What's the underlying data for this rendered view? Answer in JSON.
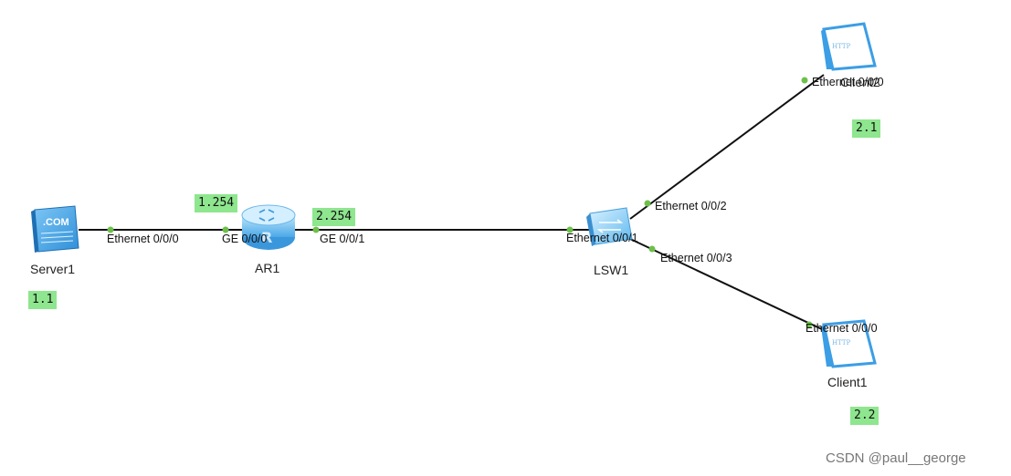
{
  "devices": {
    "server1": {
      "name": "Server1",
      "icon": "server-icon",
      "screen_text": ".COM"
    },
    "ar1": {
      "name": "AR1",
      "icon": "router-icon"
    },
    "lsw1": {
      "name": "LSW1",
      "icon": "switch-icon"
    },
    "client1": {
      "name": "Client1",
      "icon": "http-client-icon",
      "screen_text": "HTTP"
    },
    "client2": {
      "name": "Client2",
      "icon": "http-client-icon",
      "screen_text": "HTTP"
    }
  },
  "ports": {
    "server1_e000": "Ethernet 0/0/0",
    "ar1_ge000": "GE 0/0/0",
    "ar1_ge001": "GE 0/0/1",
    "lsw1_e001": "Ethernet 0/0/1",
    "lsw1_e002": "Ethernet 0/0/2",
    "lsw1_e003": "Ethernet 0/0/3",
    "client2_e000": "Ethernet 0/0/0",
    "client1_e000": "Ethernet 0/0/0"
  },
  "address_tags": {
    "server1": "1.1",
    "ar1_ge000": "1.254",
    "ar1_ge001": "2.254",
    "client2": "2.1",
    "client1": "2.2"
  },
  "colors": {
    "link": "#111111",
    "port_dot": "#6cc04a",
    "tag_bg": "#8ee68e",
    "device_blue": "#4aa8e8"
  },
  "watermark": "CSDN @paul__george"
}
